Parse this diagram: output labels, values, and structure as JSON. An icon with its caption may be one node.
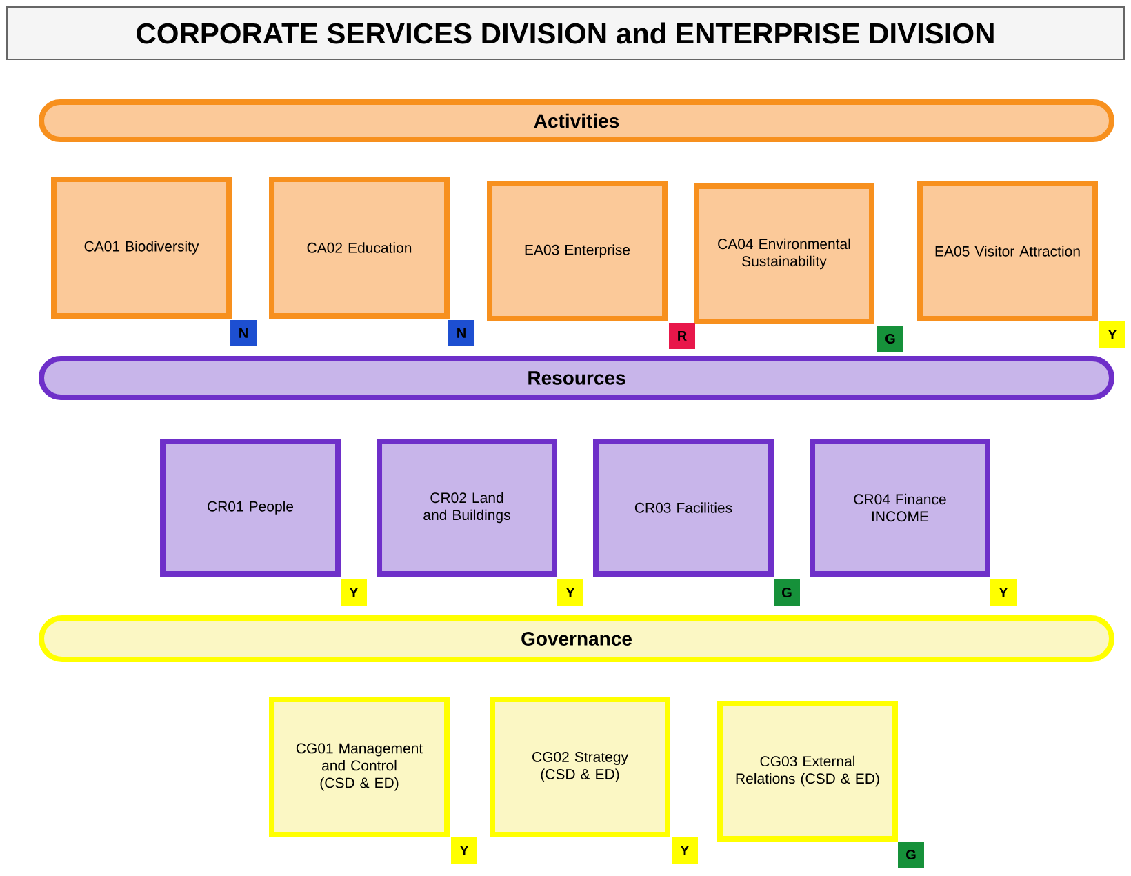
{
  "diagram": {
    "title": "CORPORATE SERVICES  DIVISION and ENTERPRISE DIVISION",
    "nodes": [
      {
        "text": [
          "Activities"
        ]
      },
      {
        "text": [
          "CA01 Biodiversity"
        ]
      },
      {
        "text": [
          "CA02 Education"
        ]
      },
      {
        "text": [
          "EA03  Enterprise"
        ]
      },
      {
        "text": [
          "CA04  Environmental Sustainability"
        ]
      },
      {
        "text": [
          "EA05  Visitor Attraction"
        ]
      },
      {
        "text": [
          "N"
        ]
      },
      {
        "text": [
          "N"
        ]
      },
      {
        "text": [
          "R"
        ]
      },
      {
        "text": [
          "G"
        ]
      },
      {
        "text": [
          "Y"
        ]
      },
      {
        "text": [
          "Resources"
        ]
      },
      {
        "text": [
          "CR01  People"
        ]
      },
      {
        "text": [
          "CR02  Land and Buildings"
        ]
      },
      {
        "text": [
          "CR03  Facilities"
        ]
      },
      {
        "text": [
          "CR04  Finance INCOME"
        ]
      },
      {
        "text": [
          "Y"
        ]
      },
      {
        "text": [
          "Y"
        ]
      },
      {
        "text": [
          "G"
        ]
      },
      {
        "text": [
          "Y"
        ]
      },
      {
        "text": [
          "Governance"
        ]
      },
      {
        "text": [
          "CG01  Management and Control (CSD & ED)"
        ]
      },
      {
        "text": [
          "CG02  Strategy (CSD & ED)"
        ]
      },
      {
        "text": [
          "CG03  External Relations (CSD & ED)"
        ]
      },
      {
        "text": [
          "Y"
        ]
      },
      {
        "text": [
          "Y"
        ]
      },
      {
        "text": [
          "G"
        ]
      }
    ]
  }
}
